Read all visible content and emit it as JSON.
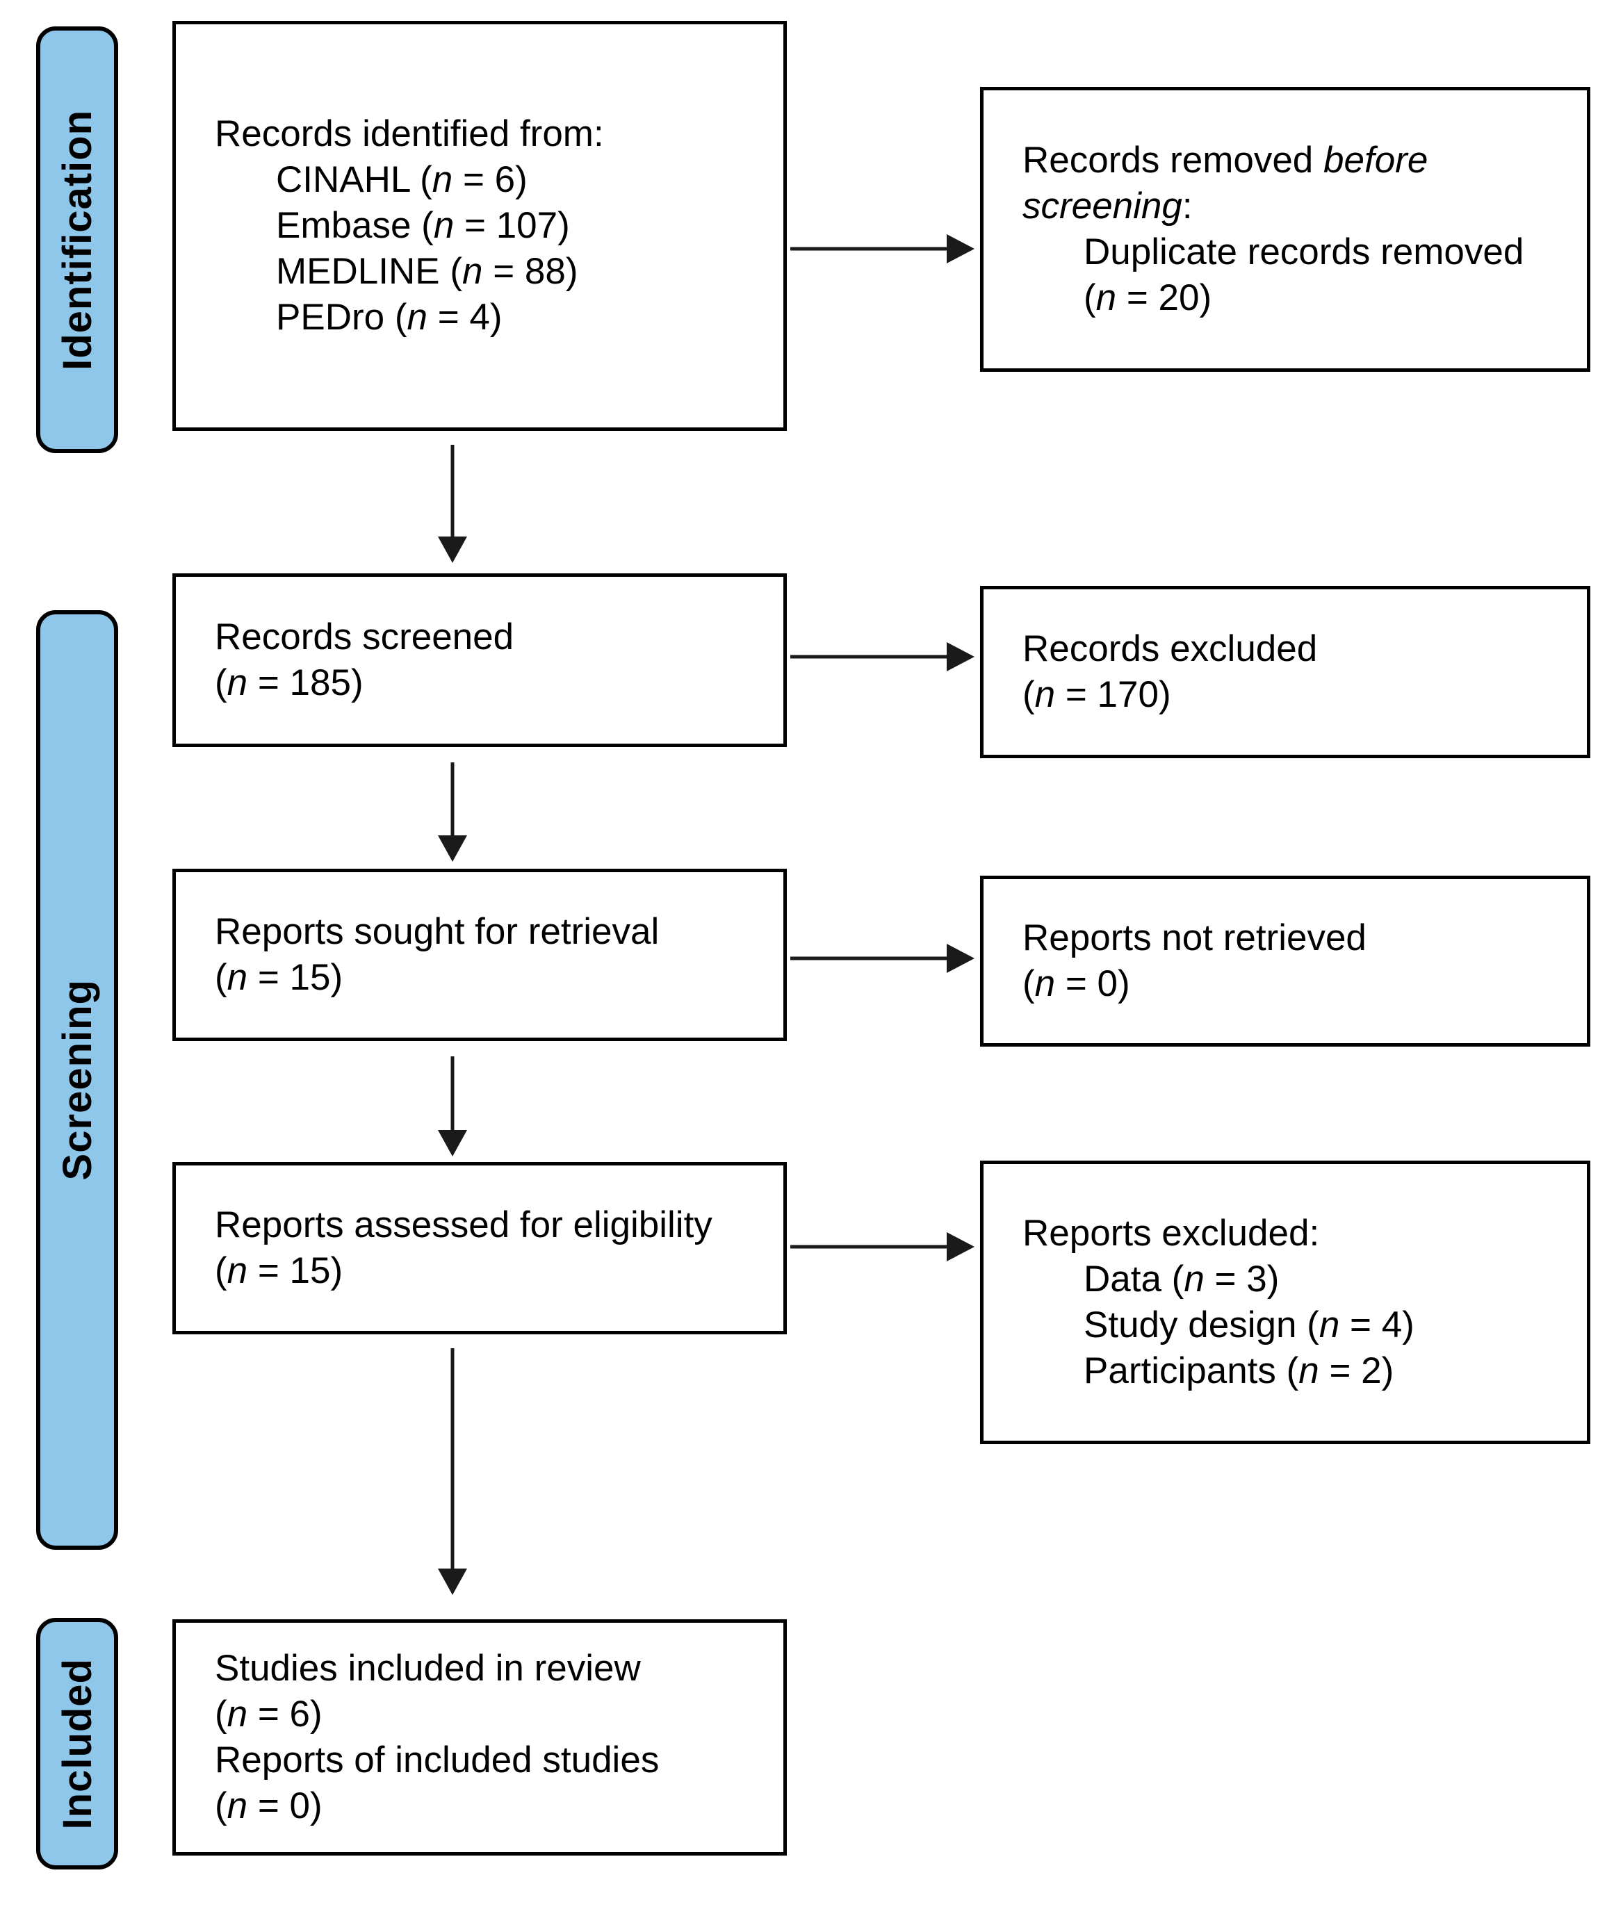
{
  "colors": {
    "stage_fill": "#8FC7EB",
    "ink": "#000000",
    "arrow": "#1A1A1A",
    "background": "#FFFFFF"
  },
  "stages": {
    "identification": {
      "label": "Identification"
    },
    "screening": {
      "label": "Screening"
    },
    "included": {
      "label": "Included"
    }
  },
  "boxes": {
    "records_identified": {
      "lines": [
        {
          "segments": [
            {
              "t": "Records identified from:"
            }
          ]
        },
        {
          "indent": true,
          "segments": [
            {
              "t": "CINAHL ("
            },
            {
              "t": "n",
              "i": true
            },
            {
              "t": " = 6)"
            }
          ]
        },
        {
          "indent": true,
          "segments": [
            {
              "t": "Embase ("
            },
            {
              "t": "n",
              "i": true
            },
            {
              "t": " = 107)"
            }
          ]
        },
        {
          "indent": true,
          "segments": [
            {
              "t": "MEDLINE ("
            },
            {
              "t": "n",
              "i": true
            },
            {
              "t": " = 88)"
            }
          ]
        },
        {
          "indent": true,
          "segments": [
            {
              "t": "PEDro ("
            },
            {
              "t": "n",
              "i": true
            },
            {
              "t": " = 4)"
            }
          ]
        }
      ]
    },
    "records_removed": {
      "lines": [
        {
          "segments": [
            {
              "t": "Records removed "
            },
            {
              "t": "before",
              "i": true
            }
          ]
        },
        {
          "segments": [
            {
              "t": "screening",
              "i": true
            },
            {
              "t": ":"
            }
          ]
        },
        {
          "indent": true,
          "segments": [
            {
              "t": "Duplicate records removed"
            }
          ]
        },
        {
          "indent": true,
          "segments": [
            {
              "t": "("
            },
            {
              "t": "n",
              "i": true
            },
            {
              "t": " = 20)"
            }
          ]
        }
      ]
    },
    "records_screened": {
      "lines": [
        {
          "segments": [
            {
              "t": "Records screened"
            }
          ]
        },
        {
          "segments": [
            {
              "t": "("
            },
            {
              "t": "n",
              "i": true
            },
            {
              "t": " = 185)"
            }
          ]
        }
      ]
    },
    "records_excluded": {
      "lines": [
        {
          "segments": [
            {
              "t": "Records excluded"
            }
          ]
        },
        {
          "segments": [
            {
              "t": "("
            },
            {
              "t": "n",
              "i": true
            },
            {
              "t": " = 170)"
            }
          ]
        }
      ]
    },
    "reports_sought": {
      "lines": [
        {
          "segments": [
            {
              "t": "Reports sought for retrieval"
            }
          ]
        },
        {
          "segments": [
            {
              "t": "("
            },
            {
              "t": "n",
              "i": true
            },
            {
              "t": " = 15)"
            }
          ]
        }
      ]
    },
    "reports_not_retrieved": {
      "lines": [
        {
          "segments": [
            {
              "t": "Reports not retrieved"
            }
          ]
        },
        {
          "segments": [
            {
              "t": "("
            },
            {
              "t": "n",
              "i": true
            },
            {
              "t": " = 0)"
            }
          ]
        }
      ]
    },
    "reports_assessed": {
      "lines": [
        {
          "segments": [
            {
              "t": "Reports assessed for eligibility"
            }
          ]
        },
        {
          "segments": [
            {
              "t": "("
            },
            {
              "t": "n",
              "i": true
            },
            {
              "t": " = 15)"
            }
          ]
        }
      ]
    },
    "reports_excluded": {
      "lines": [
        {
          "segments": [
            {
              "t": "Reports excluded:"
            }
          ]
        },
        {
          "indent": true,
          "segments": [
            {
              "t": "Data ("
            },
            {
              "t": "n",
              "i": true
            },
            {
              "t": " = 3)"
            }
          ]
        },
        {
          "indent": true,
          "segments": [
            {
              "t": "Study design ("
            },
            {
              "t": "n",
              "i": true
            },
            {
              "t": " = 4)"
            }
          ]
        },
        {
          "indent": true,
          "segments": [
            {
              "t": "Participants ("
            },
            {
              "t": "n",
              "i": true
            },
            {
              "t": " = 2)"
            }
          ]
        }
      ]
    },
    "studies_included": {
      "lines": [
        {
          "segments": [
            {
              "t": "Studies included in review"
            }
          ]
        },
        {
          "segments": [
            {
              "t": "("
            },
            {
              "t": "n",
              "i": true
            },
            {
              "t": " = 6)"
            }
          ]
        },
        {
          "segments": [
            {
              "t": "Reports of included studies"
            }
          ]
        },
        {
          "segments": [
            {
              "t": "("
            },
            {
              "t": "n",
              "i": true
            },
            {
              "t": " = 0)"
            }
          ]
        }
      ]
    }
  }
}
